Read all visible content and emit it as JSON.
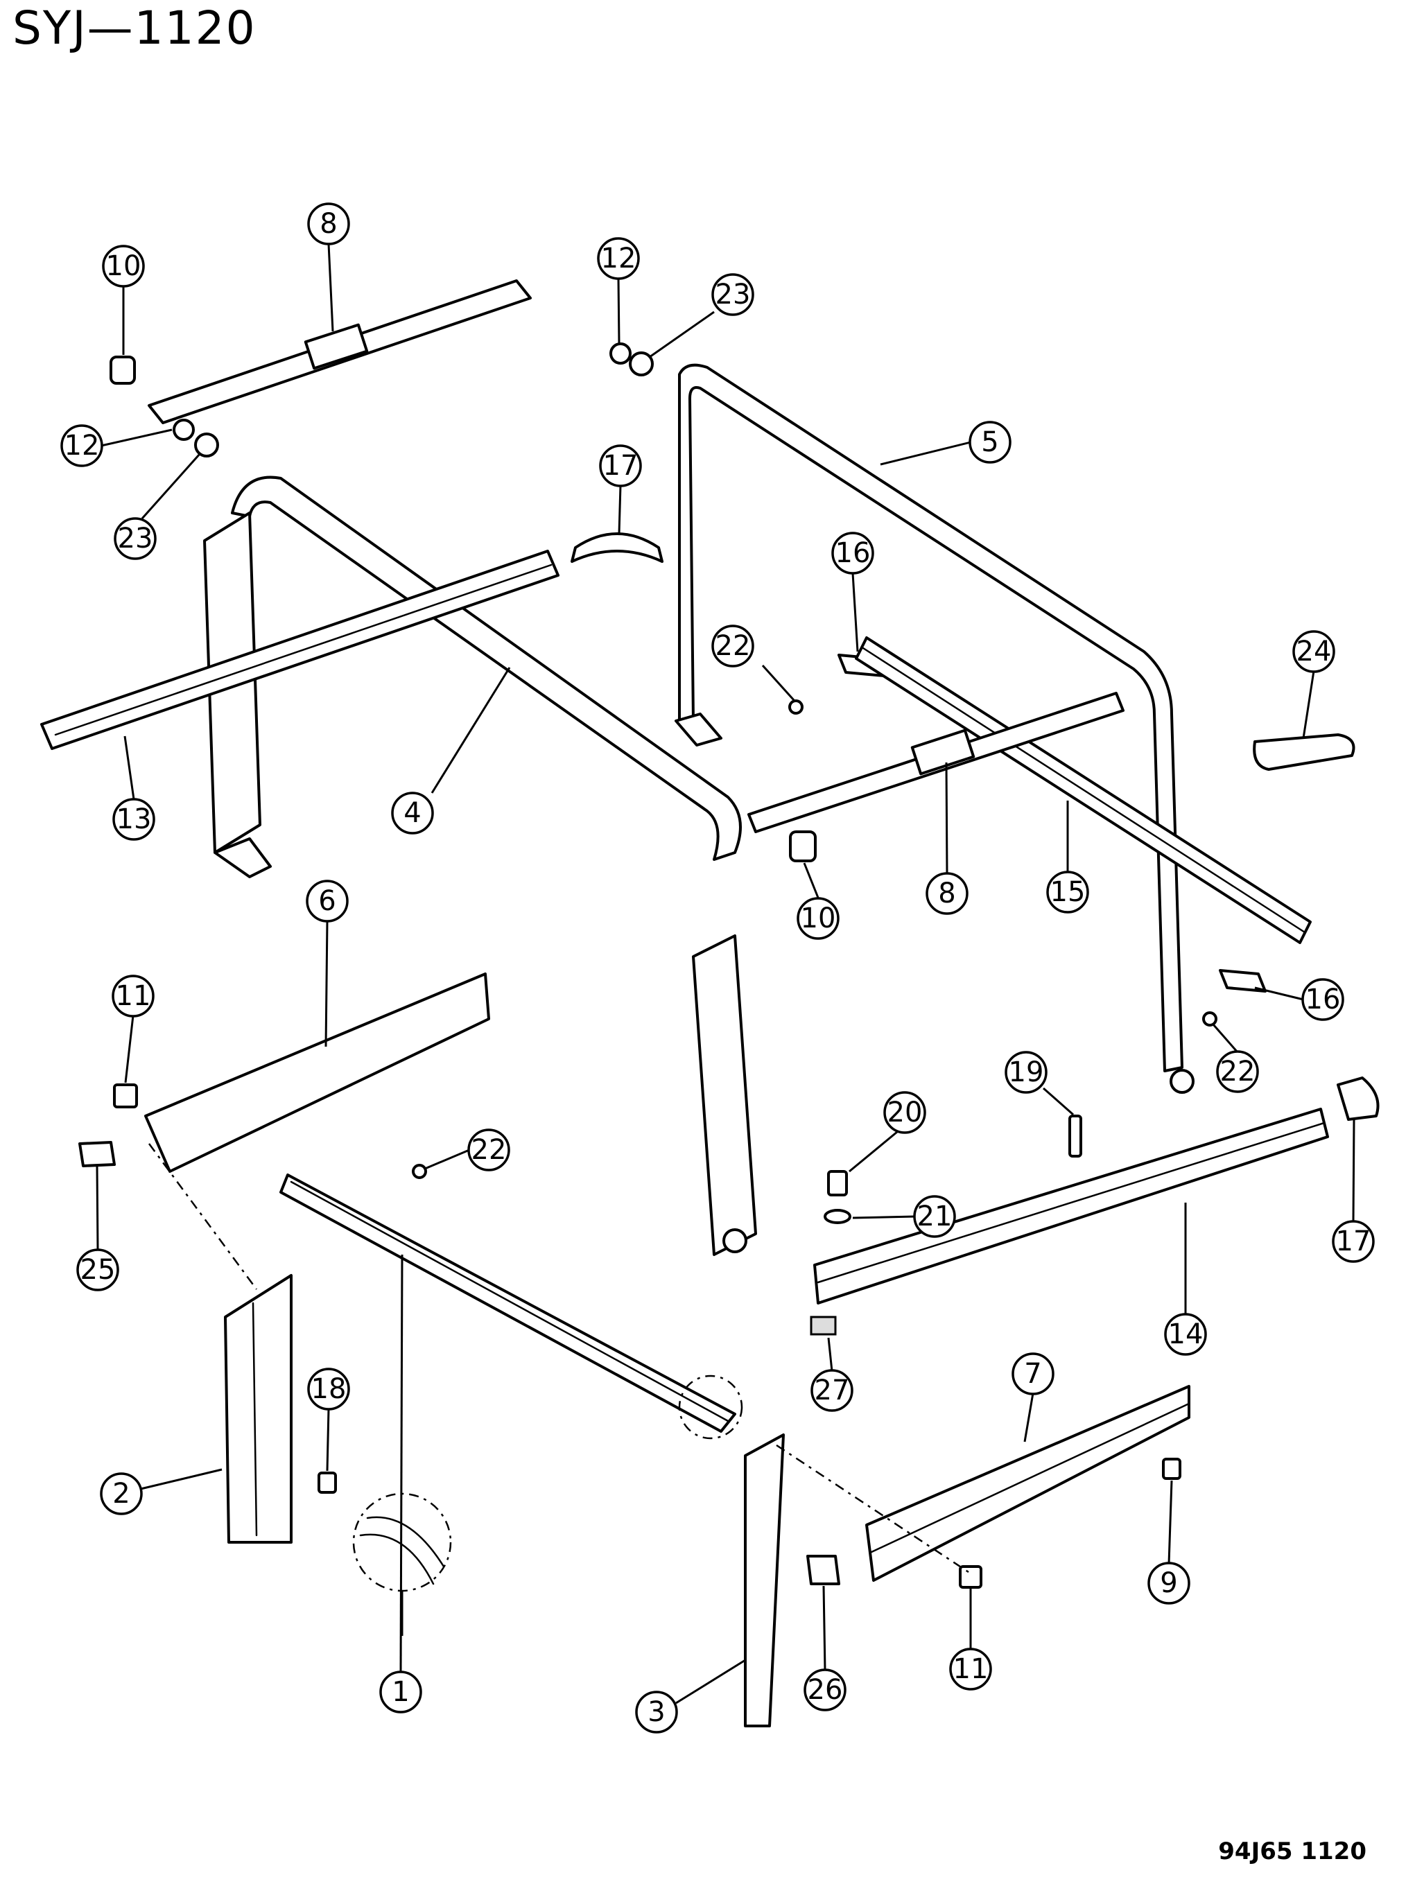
{
  "title": "SYJ—1120",
  "drawing_code": "94J65  1120",
  "callouts": [
    {
      "id": "c8a",
      "label": "8"
    },
    {
      "id": "c10a",
      "label": "10"
    },
    {
      "id": "c12a",
      "label": "12"
    },
    {
      "id": "c23a",
      "label": "23"
    },
    {
      "id": "c12b",
      "label": "12"
    },
    {
      "id": "c23b",
      "label": "23"
    },
    {
      "id": "c5",
      "label": "5"
    },
    {
      "id": "c17a",
      "label": "17"
    },
    {
      "id": "c16a",
      "label": "16"
    },
    {
      "id": "c22a",
      "label": "22"
    },
    {
      "id": "c24",
      "label": "24"
    },
    {
      "id": "c13",
      "label": "13"
    },
    {
      "id": "c4",
      "label": "4"
    },
    {
      "id": "c8b",
      "label": "8"
    },
    {
      "id": "c15",
      "label": "15"
    },
    {
      "id": "c10b",
      "label": "10"
    },
    {
      "id": "c6",
      "label": "6"
    },
    {
      "id": "c11a",
      "label": "11"
    },
    {
      "id": "c16b",
      "label": "16"
    },
    {
      "id": "c22b",
      "label": "22"
    },
    {
      "id": "c19",
      "label": "19"
    },
    {
      "id": "c20",
      "label": "20"
    },
    {
      "id": "c21",
      "label": "21"
    },
    {
      "id": "c22c",
      "label": "22"
    },
    {
      "id": "c17b",
      "label": "17"
    },
    {
      "id": "c25",
      "label": "25"
    },
    {
      "id": "c14",
      "label": "14"
    },
    {
      "id": "c27",
      "label": "27"
    },
    {
      "id": "c7",
      "label": "7"
    },
    {
      "id": "c18",
      "label": "18"
    },
    {
      "id": "c2",
      "label": "2"
    },
    {
      "id": "c9",
      "label": "9"
    },
    {
      "id": "c1",
      "label": "1"
    },
    {
      "id": "c3",
      "label": "3"
    },
    {
      "id": "c26",
      "label": "26"
    },
    {
      "id": "c11b",
      "label": "11"
    }
  ]
}
